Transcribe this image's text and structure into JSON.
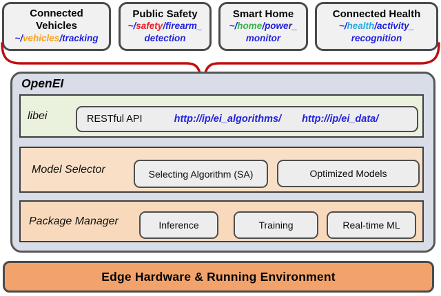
{
  "colors": {
    "blue": "#2222dd",
    "orange": "#f7a11a",
    "red": "#ed1c24",
    "green": "#39b54a",
    "light_blue": "#29abe2",
    "brace_red": "#c00d0d",
    "app_fill": "#f1f1f1",
    "openei_fill": "#d8dde8",
    "libei_fill": "#eaf1dc",
    "model_selector_fill": "#fadfc7",
    "package_manager_fill": "#f8d9bc",
    "inner_box_fill": "#ededed",
    "bottom_bar_fill": "#f2a36b"
  },
  "apps": [
    {
      "title_lines": [
        "Connected",
        "Vehicles"
      ],
      "line1": [
        {
          "t": "~/",
          "color": "#2222dd"
        },
        {
          "t": "vehicles",
          "color": "#f7a11a"
        },
        {
          "t": "/tracking",
          "color": "#2222dd"
        }
      ],
      "line2": []
    },
    {
      "title_lines": [
        "Public Safety"
      ],
      "line1": [
        {
          "t": "~/",
          "color": "#2222dd"
        },
        {
          "t": "safety",
          "color": "#ed1c24"
        },
        {
          "t": "/firearm_",
          "color": "#2222dd"
        }
      ],
      "line2": [
        {
          "t": "detection",
          "color": "#2222dd"
        }
      ]
    },
    {
      "title_lines": [
        "Smart Home"
      ],
      "line1": [
        {
          "t": "~/",
          "color": "#2222dd"
        },
        {
          "t": "home",
          "color": "#39b54a"
        },
        {
          "t": "/power_",
          "color": "#2222dd"
        }
      ],
      "line2": [
        {
          "t": "monitor",
          "color": "#2222dd"
        }
      ]
    },
    {
      "title_lines": [
        "Connected Health"
      ],
      "line1": [
        {
          "t": "~/",
          "color": "#2222dd"
        },
        {
          "t": "health",
          "color": "#29abe2"
        },
        {
          "t": "/activity_",
          "color": "#2222dd"
        }
      ],
      "line2": [
        {
          "t": "recognition",
          "color": "#2222dd"
        }
      ]
    }
  ],
  "brace": {
    "color": "#c00d0d"
  },
  "openei": {
    "label": "OpenEI",
    "libei": {
      "label": "libei",
      "api_box": {
        "label": "RESTful API",
        "url_algorithms": "http://ip/ei_algorithms/",
        "url_data": "http://ip/ei_data/",
        "url_color": "#2222dd"
      }
    },
    "model_selector": {
      "label": "Model Selector",
      "boxes": [
        "Selecting Algorithm (SA)",
        "Optimized Models"
      ]
    },
    "package_manager": {
      "label": "Package Manager",
      "boxes": [
        "Inference",
        "Training",
        "Real-time ML"
      ]
    }
  },
  "bottom_bar": {
    "label": "Edge Hardware & Running Environment"
  }
}
